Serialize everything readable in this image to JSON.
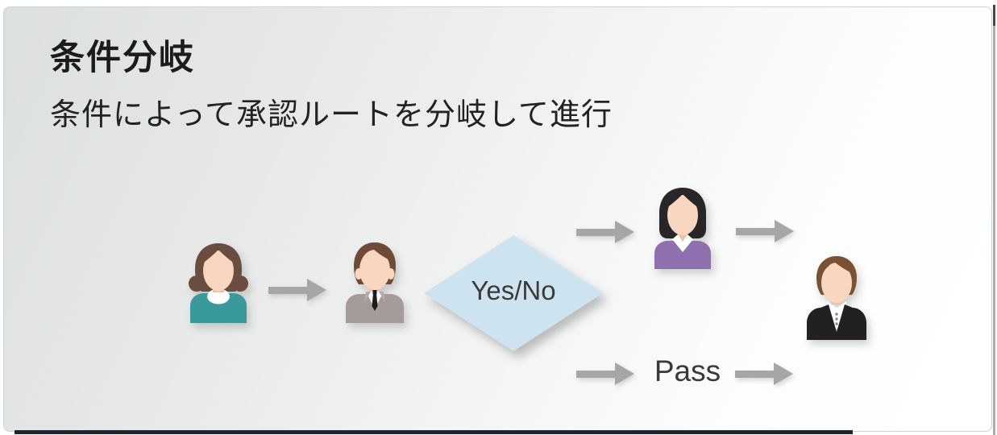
{
  "slide": {
    "title": "条件分岐",
    "subtitle": "条件によって承認ルートを分岐して進行"
  },
  "diagram": {
    "decision_label": "Yes/No",
    "pass_label": "Pass",
    "flow": [
      "requester",
      "reviewer",
      "decision",
      "yes-branch-approver-or-pass",
      "final-approver"
    ],
    "icons": [
      {
        "name": "person-requester-icon",
        "glyph": "woman, brown hair with side buns, teal top, white collar"
      },
      {
        "name": "person-reviewer-icon",
        "glyph": "man, brown hair, gray suit, white shirt, black tie"
      },
      {
        "name": "decision-diamond",
        "glyph": "light blue diamond decision node"
      },
      {
        "name": "person-branch-approver-icon",
        "glyph": "woman, black bob hair, purple sweater, white collar"
      },
      {
        "name": "person-final-approver-icon",
        "glyph": "man, brown hair, black sweater, white collared shirt with buttons"
      },
      {
        "name": "flow-arrow-icon",
        "glyph": "gray right-pointing arrow",
        "count": 5
      }
    ],
    "colors": {
      "diamond_fill": "#cde4f0",
      "arrow": "#a6a6a6",
      "requester_top": "#3a999a",
      "reviewer_suit": "#a49b9a",
      "branch_approver_top": "#8d70ad",
      "final_approver_top": "#232021",
      "skin": "#f8d6c0",
      "label_text": "#3a3a3a"
    }
  }
}
